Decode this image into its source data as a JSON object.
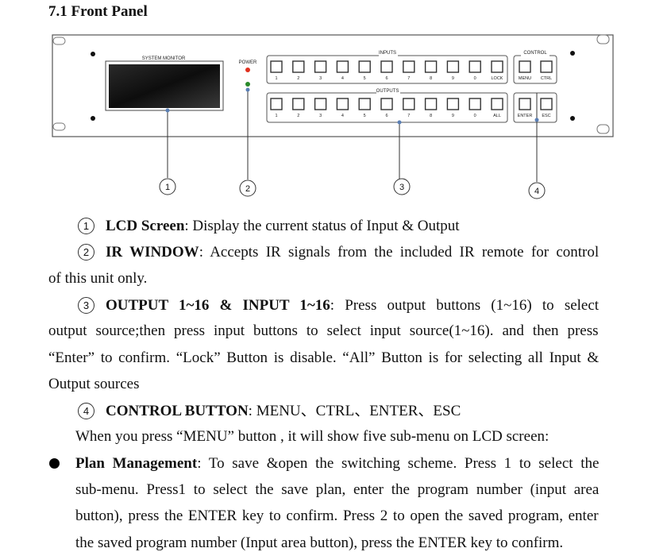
{
  "section_title": "7.1 Front Panel",
  "panel": {
    "lcd_label": "SYSTEM MONITOR",
    "power_label": "POWER",
    "inputs_label": "INPUTS",
    "outputs_label": "OUTPUTS",
    "control_label": "CONTROL",
    "input_keys": [
      "1",
      "2",
      "3",
      "4",
      "5",
      "6",
      "7",
      "8",
      "9",
      "0",
      "LOCK"
    ],
    "output_keys": [
      "1",
      "2",
      "3",
      "4",
      "5",
      "6",
      "7",
      "8",
      "9",
      "0",
      "ALL"
    ],
    "control_top": [
      "MENU",
      "CTRL"
    ],
    "control_bottom": [
      "ENTER",
      "ESC"
    ],
    "callouts": [
      "1",
      "2",
      "3",
      "4"
    ],
    "power_led_color": "#e0301e",
    "ir_led_color": "#2a8a2a"
  },
  "items": [
    {
      "num": "1",
      "title": "LCD Screen",
      "text": ": Display the current status of Input & Output"
    },
    {
      "num": "2",
      "title": "IR WINDOW",
      "text": ": Accepts IR signals from the included IR remote for control",
      "cont": "of this unit only."
    },
    {
      "num": "3",
      "title": "OUTPUT 1~16 & INPUT 1~16",
      "text": ": Press output buttons (1~16) to select",
      "cont_lines": [
        "output source;then press input buttons to select input source(1~16). and then press",
        "“Enter” to confirm. “Lock” Button is disable. “All” Button is for selecting all Input &",
        "Output sources"
      ]
    },
    {
      "num": "4",
      "title": "CONTROL BUTTON",
      "text": ": MENU、CTRL、ENTER、ESC"
    }
  ],
  "menu_intro": "When you press “MENU” button , it will show five sub-menu on LCD screen:",
  "bullet": {
    "title": "Plan Management",
    "lines": [
      ": To save &open the switching scheme. Press 1 to select the",
      "sub-menu. Press1 to select the save plan, enter the program number (input area",
      "button), press the ENTER key to confirm. Press 2 to open the saved program, enter",
      "the saved program number (Input area button), press the ENTER key to confirm."
    ]
  }
}
